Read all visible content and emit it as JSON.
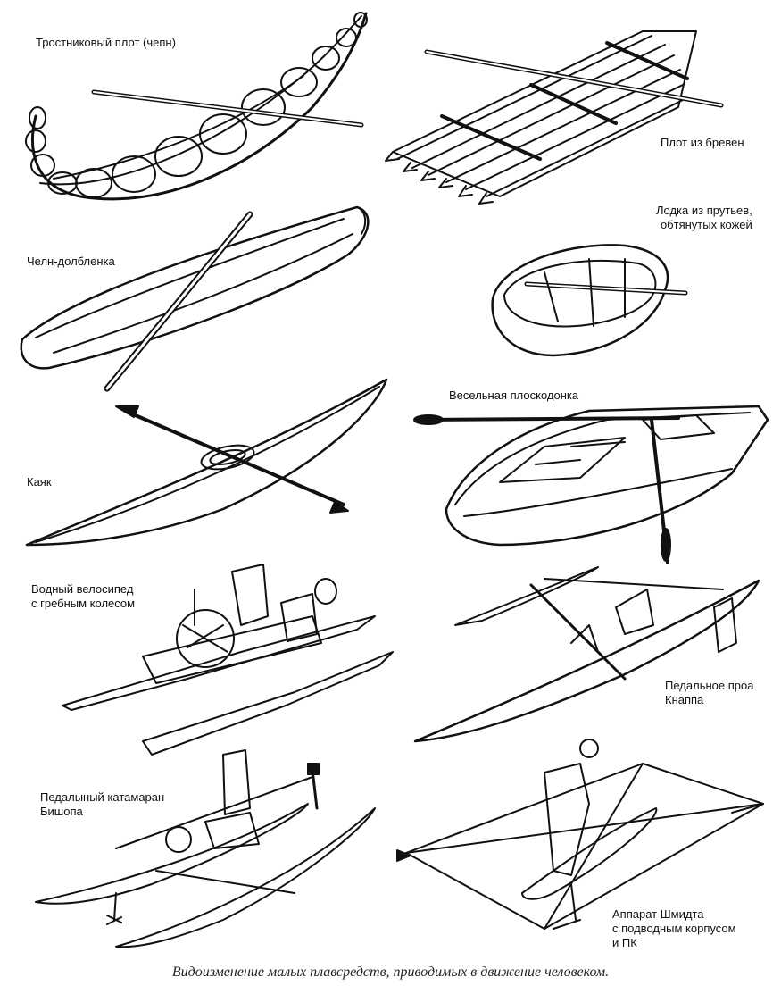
{
  "figure": {
    "caption": "Видоизменение малых плавсредств, приводимых в движение человеком."
  },
  "vessels": {
    "reed_raft": [
      "Тростниковый плот  (чепн)"
    ],
    "log_raft": [
      "Плот из бревен"
    ],
    "dugout": [
      "Челн-долбленка"
    ],
    "coracle": [
      "Лодка из прутьев,",
      "обтянутых кожей"
    ],
    "kayak": [
      "Каяк"
    ],
    "rowing_punt": [
      "Весельная плоскодонка"
    ],
    "paddle_wheel_bike": [
      "Водный велосипед",
      "с гребным колесом"
    ],
    "knapp_proa": [
      "Педальное проа",
      "Кнаппа"
    ],
    "bishop_catamaran": [
      "Педалыный катамаран",
      "Бишопа"
    ],
    "schmidt_apparatus": [
      "Аппарат Шмидта",
      "с подводным корпусом",
      "и ПК"
    ]
  }
}
